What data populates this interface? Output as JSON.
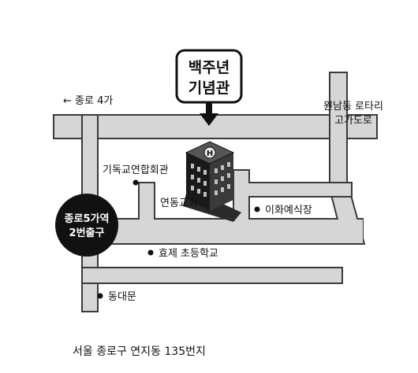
{
  "callout": {
    "line1": "백주년",
    "line2": "기념관"
  },
  "station": {
    "line1": "종로5가역",
    "line2": "2번출구"
  },
  "labels": {
    "jongro4ga": "← 종로 4가",
    "wonnam_line1": "원남동 로타리",
    "wonnam_line2": "고가도로",
    "christian_union": "기독교연합회관",
    "yeondong_church": "연동교회",
    "ihwa_hall": "이화예식장",
    "hyoje_school": "효제 초등학교",
    "dongdaemun": "동대문"
  },
  "caption": "서울 종로구 연지동 135번지",
  "colors": {
    "road": "#d6d6d6",
    "outline": "#3a3a3a",
    "station": "#111111"
  }
}
